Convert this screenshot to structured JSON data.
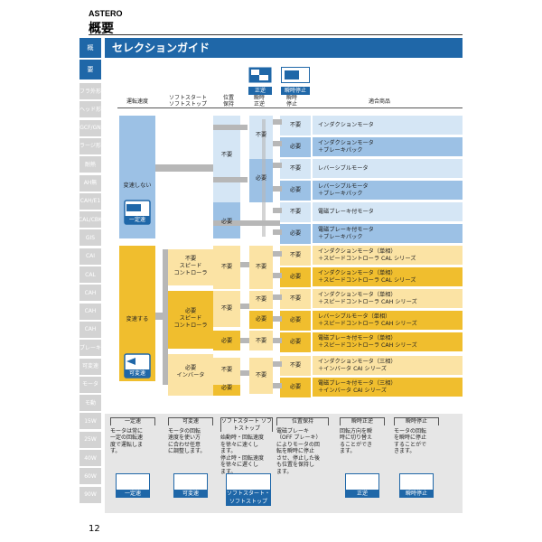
{
  "header": {
    "brand": "ASTERO",
    "section": "概要"
  },
  "sidebar": {
    "tabs": [
      "概",
      "要",
      "フラ外形",
      "ヘッド形",
      "GCF/GN",
      "ラージ形",
      "耐熱",
      "AH無",
      "CAH/E1",
      "CAL/CBK",
      "GIS",
      "CAI",
      "CAL",
      "CAH",
      "CAH",
      "CAH",
      "ブレーキ",
      "可変速",
      "モータ",
      "モ動",
      "15W",
      "25W",
      "40W",
      "60W",
      "90W"
    ]
  },
  "title": "セレクションガイド",
  "columns": {
    "speed": "運転速度",
    "soft": [
      "ソフトスタート",
      "ソフトストップ"
    ],
    "hold": [
      "位置",
      "保持"
    ],
    "reverse": [
      "瞬時",
      "正逆"
    ],
    "stop": [
      "瞬時",
      "停止"
    ],
    "product": "適合商品",
    "icon_reverse": "正逆",
    "icon_stop": "瞬時停止"
  },
  "groups": {
    "fixed": {
      "label": "変速しない",
      "badge": "一定速"
    },
    "variable": {
      "label": "変速する",
      "badge": "可変速"
    }
  },
  "cells": {
    "fuyo": "不要",
    "hitsuyo": "必要",
    "speed_ctrl": [
      "スピード",
      "コントローラ"
    ],
    "inverter": "インバータ"
  },
  "products": [
    [
      "インダクションモータ"
    ],
    [
      "インダクションモータ",
      "＋ブレーキパック"
    ],
    [
      "レバーシブルモータ"
    ],
    [
      "レバーシブルモータ",
      "＋ブレーキパック"
    ],
    [
      "電磁ブレーキ付モータ"
    ],
    [
      "電磁ブレーキ付モータ",
      "＋ブレーキパック"
    ],
    [
      "インダクションモータ（単相）",
      "＋スピードコントローラ CAL シリーズ"
    ],
    [
      "インダクションモータ（単相）",
      "＋スピードコントローラ CAL シリーズ"
    ],
    [
      "インダクションモータ（単相）",
      "＋スピードコントローラ CAH シリーズ"
    ],
    [
      "レバーシブルモータ（単相）",
      "＋スピードコントローラ CAH シリーズ"
    ],
    [
      "電磁ブレーキ付モータ（単相）",
      "＋スピードコントローラ CAH シリーズ"
    ],
    [
      "インダクションモータ（三相）",
      "＋インバータ CAI シリーズ"
    ],
    [
      "電磁ブレーキ付モータ（三相）",
      "＋インバータ CAI シリーズ"
    ]
  ],
  "notes": [
    {
      "head": "一定速",
      "body": [
        "モータは常に",
        "一定の回転速",
        "度で運転しま",
        "す。"
      ],
      "icon": "一定速"
    },
    {
      "head": "可変速",
      "body": [
        "モータの回転",
        "速度を使い方",
        "に合わせ任意",
        "に調整します。"
      ],
      "icon": "可変速"
    },
    {
      "head": "ソフトスタート ソフトストップ",
      "body": [
        "始動時・回転速度",
        "を徐々に速くし",
        "ます。",
        "停止時・回転速度",
        "を徐々に遅くし",
        "ます。"
      ],
      "icon": "ソフトスタート・ソフトストップ"
    },
    {
      "head": "位置保持",
      "body": [
        "電磁ブレーキ",
        "（OFF ブレーキ）",
        "によりモータの回",
        "転を瞬時に停止",
        "させ、停止した後",
        "も位置を保持し",
        "ます。"
      ],
      "icon": ""
    },
    {
      "head": "瞬時正逆",
      "body": [
        "回転方向を瞬",
        "時に切り替え",
        "ることができ",
        "ます。"
      ],
      "icon": "正逆"
    },
    {
      "head": "瞬時停止",
      "body": [
        "モータの回転",
        "を瞬時に停止",
        "することがで",
        "きます。"
      ],
      "icon": "瞬時停止"
    }
  ],
  "page_number": "12"
}
